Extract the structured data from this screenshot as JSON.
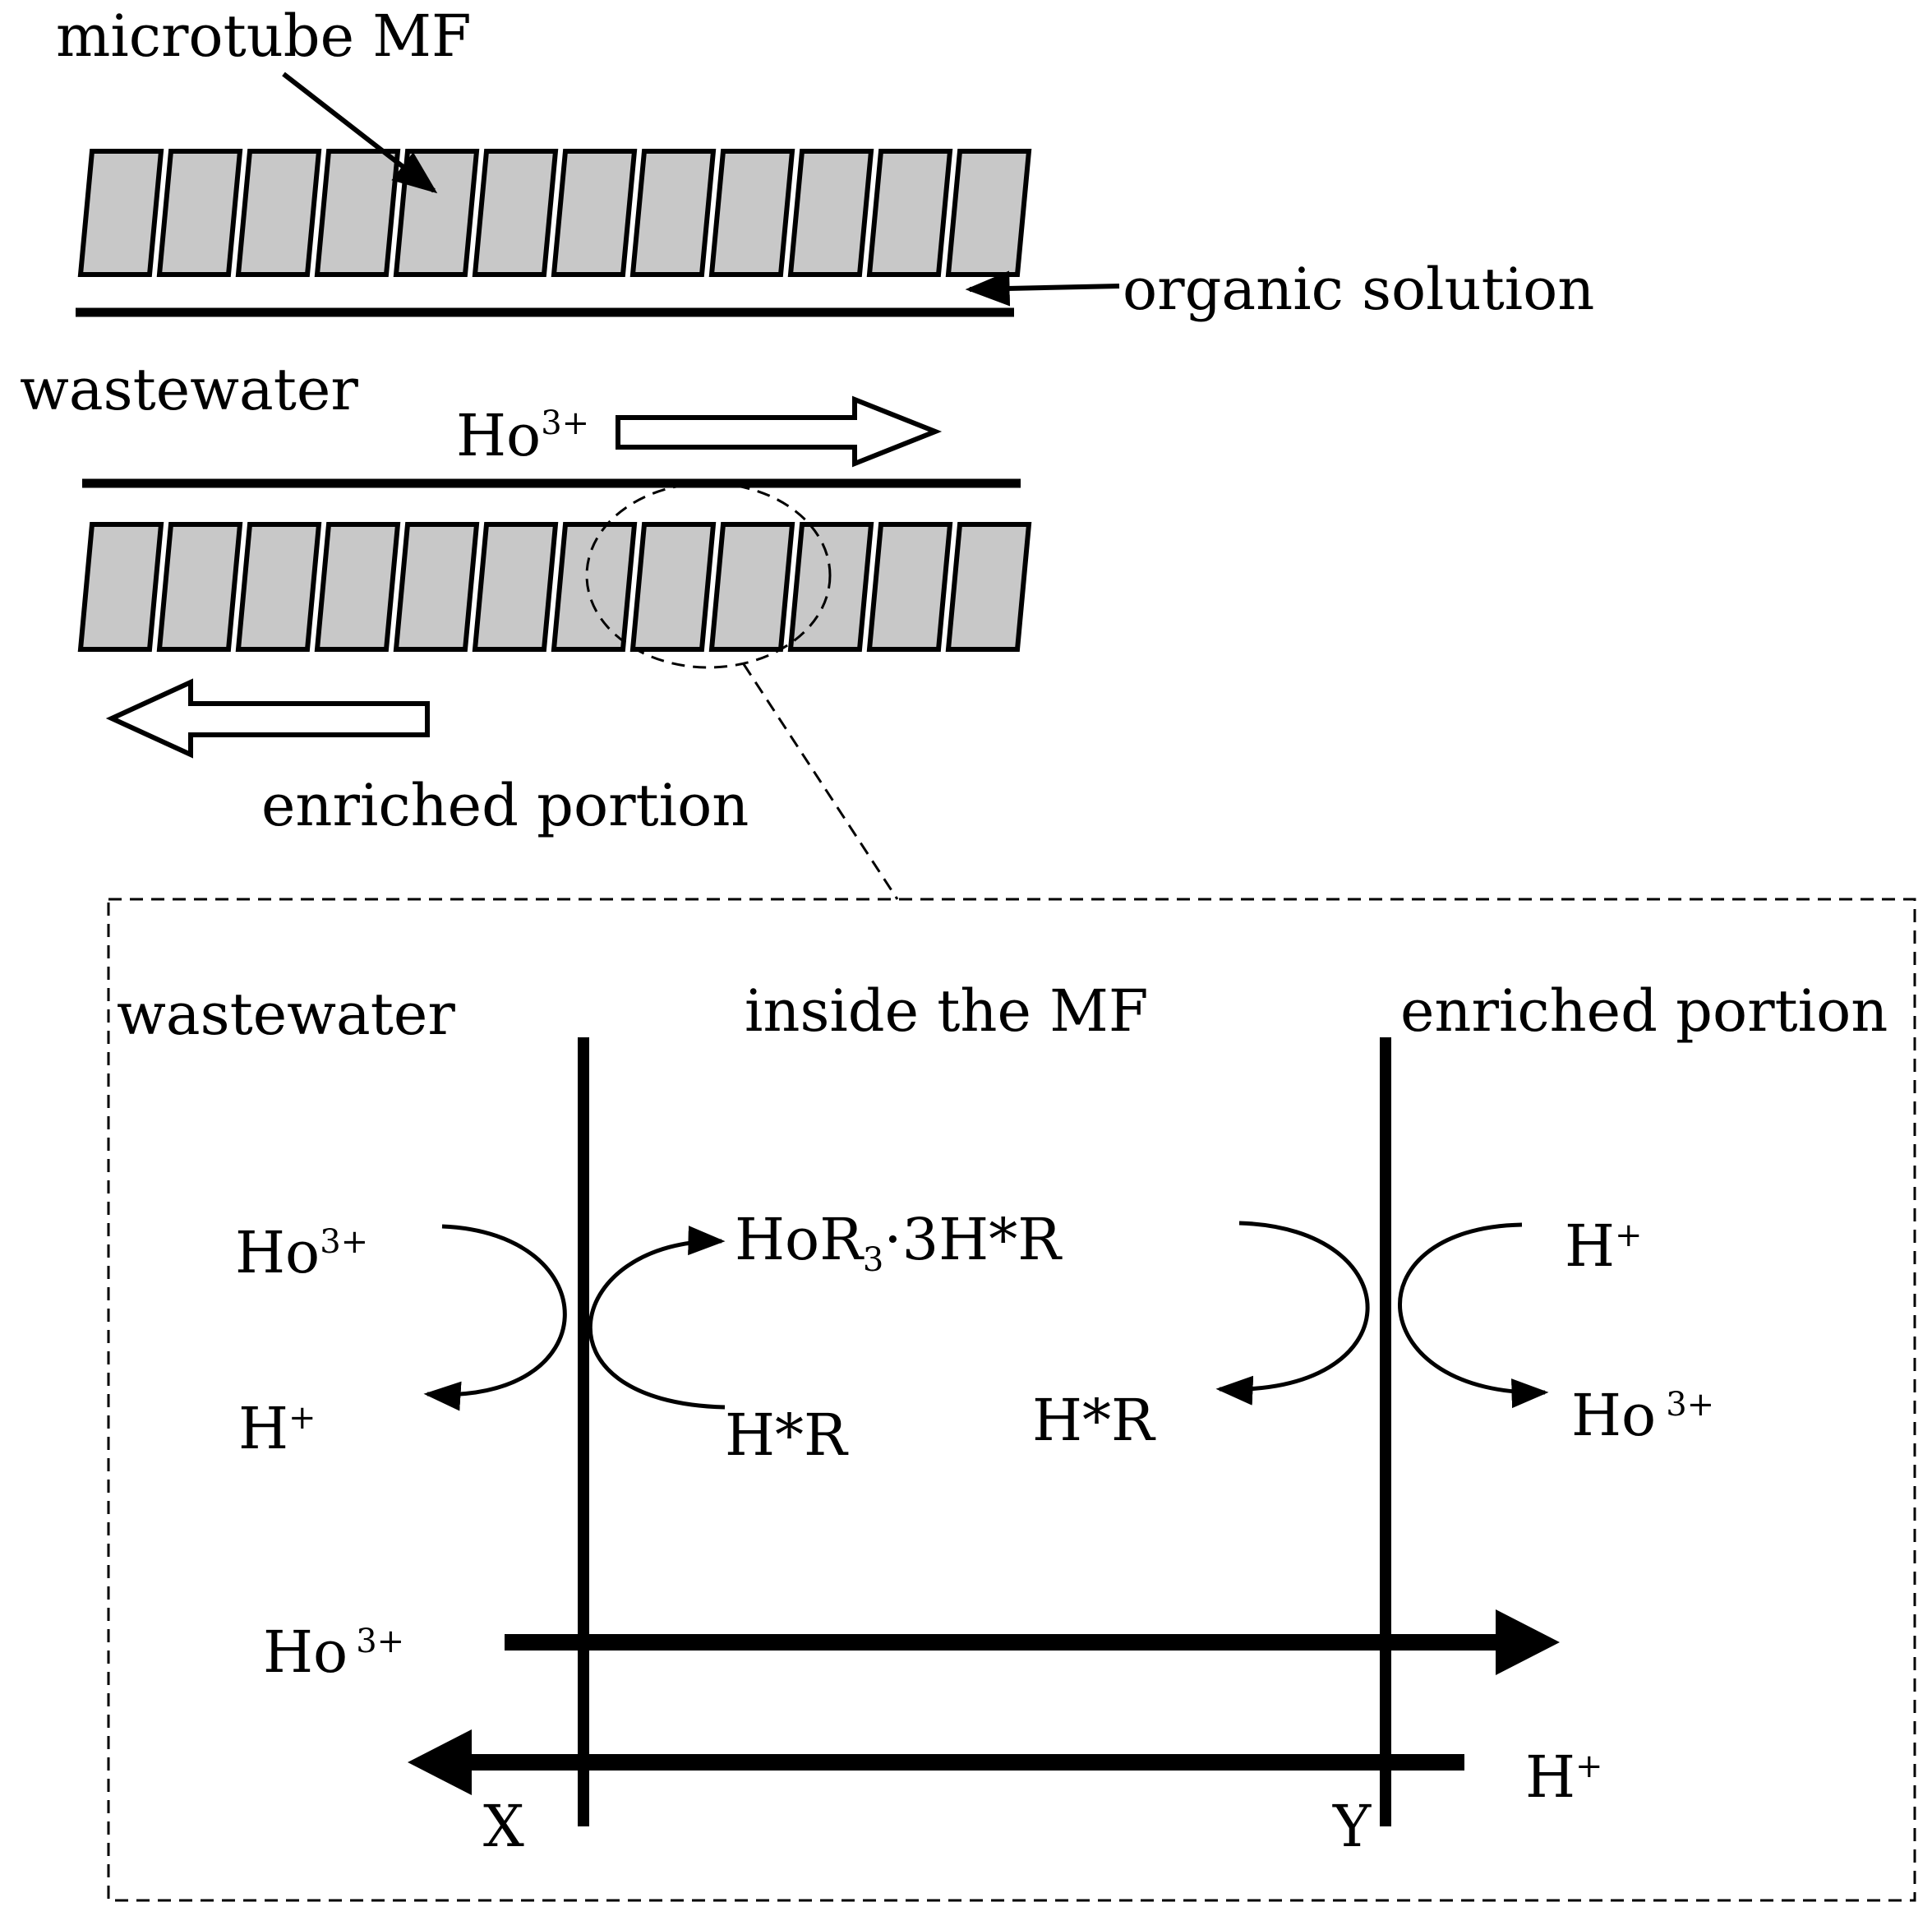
{
  "labels": {
    "microtube": "microtube MF",
    "organic_solution": "organic solution",
    "wastewater_top": "wastewater",
    "ho_flow_base": "Ho",
    "ho_flow_sup": "3+",
    "enriched_top": "enriched portion",
    "wastewater_zone": "wastewater",
    "inside_zone": "inside the MF",
    "enriched_zone": "enriched portion",
    "ho_left_base": "Ho",
    "ho_left_sup": "3+",
    "h_left_base": "H",
    "h_left_sup": "+",
    "complex_a": "HoR",
    "complex_sub": "3",
    "complex_b": "·3H*R",
    "hr_left": "H*R",
    "hr_right": "H*R",
    "h_right_base": "H",
    "h_right_sup": "+",
    "ho_right_base": "Ho",
    "ho_right_sup": "3+",
    "ho_bottom_base": "Ho",
    "ho_bottom_sup": "3+",
    "h_bottom_base": "H",
    "h_bottom_sup": "+",
    "x_label": "X",
    "y_label": "Y"
  },
  "colors": {
    "ink": "#000000",
    "membrane_fill": "#c8c8c8",
    "background": "#ffffff"
  }
}
